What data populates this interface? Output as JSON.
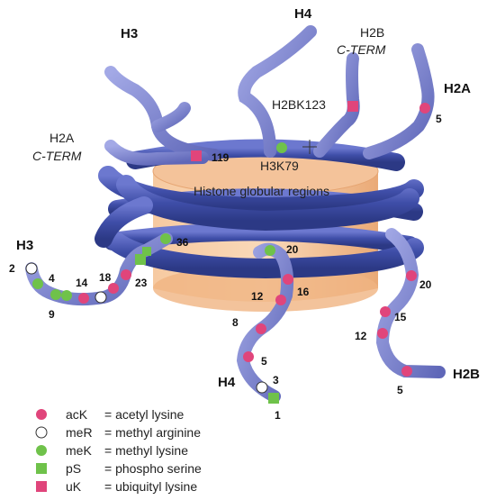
{
  "labels": {
    "h3_top": "H3",
    "h4_top": "H4",
    "h2b_top": "H2B",
    "h2b_top_cterm": "C-TERM",
    "h2a_right": "H2A",
    "h2a_left": "H2A",
    "h2a_left_cterm": "C-TERM",
    "h2bk123": "H2BK123",
    "h3k79": "H3K79",
    "globular": "Histone globular regions",
    "h3_left": "H3",
    "h4_bottom": "H4",
    "h2b_bottom": "H2B"
  },
  "numbers": {
    "n119": "119",
    "h2a_5": "5",
    "h3_2": "2",
    "h3_4": "4",
    "h3_9": "9",
    "h3_14": "14",
    "h3_18": "18",
    "h3_23": "23",
    "h3_36": "36",
    "h4_20": "20",
    "h4_16": "16",
    "h4_12": "12",
    "h4_8": "8",
    "h4_5": "5",
    "h4_3": "3",
    "h4_1": "1",
    "h2b_20": "20",
    "h2b_15": "15",
    "h2b_12": "12",
    "h2b_5": "5"
  },
  "legend": [
    {
      "symbol": "acK",
      "meaning": "= acetyl lysine",
      "marker": "pink-circle"
    },
    {
      "symbol": "meR",
      "meaning": "= methyl arginine",
      "marker": "white-circle"
    },
    {
      "symbol": "meK",
      "meaning": "= methyl lysine",
      "marker": "green-circle"
    },
    {
      "symbol": "pS",
      "meaning": "= phospho serine",
      "marker": "green-square"
    },
    {
      "symbol": "uK",
      "meaning": "= ubiquityl lysine",
      "marker": "pink-square"
    }
  ],
  "colors": {
    "tail": "#7f86cf",
    "dna": "#4655b0",
    "core": "#f3b98b",
    "acetyl": "#e0457b",
    "methylK": "#6fc24a",
    "methylR": "#ffffff"
  }
}
